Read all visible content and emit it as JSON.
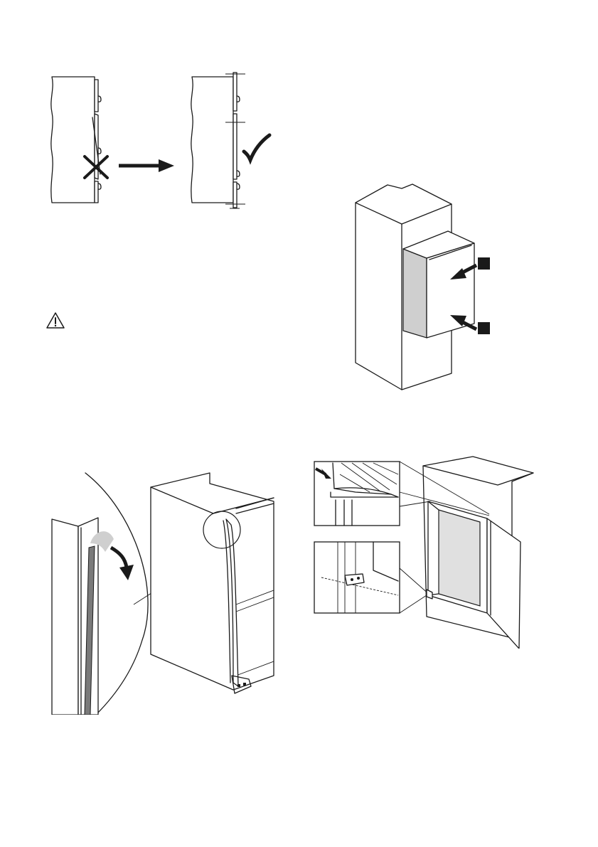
{
  "page": {
    "background": "#ffffff",
    "ink": "#1a1a1a",
    "accent_gray": "#7a7a7a",
    "light_gray": "#cfcfcf"
  },
  "figures": [
    {
      "id": "door-alignment",
      "icons": [
        "wrong-cross-icon",
        "arrow-right-icon",
        "correct-check-icon"
      ]
    },
    {
      "id": "warning",
      "icons": [
        "warning-triangle-icon"
      ]
    },
    {
      "id": "cabinet-install",
      "icons": [
        "push-arrow-icon",
        "push-arrow-icon"
      ],
      "markers": [
        "step-marker",
        "step-marker"
      ]
    },
    {
      "id": "seal-strip",
      "icons": [
        "curved-arrow-down-icon"
      ]
    },
    {
      "id": "door-hinge",
      "icons": [
        "pointer-arrow-icon"
      ]
    }
  ]
}
